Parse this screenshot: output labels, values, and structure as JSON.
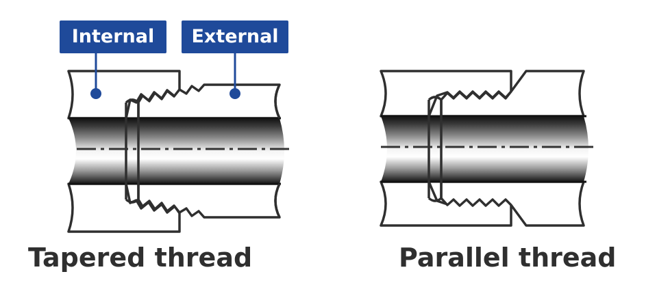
{
  "labels": {
    "internal": "Internal",
    "external": "External"
  },
  "captions": {
    "tapered": "Tapered thread",
    "parallel": "Parallel thread"
  },
  "colors": {
    "callout_fill": "#1f4a9a",
    "callout_line": "#1f4a9a",
    "outline": "#2f2f2f",
    "caption_text": "#2f2f2f",
    "centerline": "#333333",
    "wall_fill": "#ffffff"
  }
}
